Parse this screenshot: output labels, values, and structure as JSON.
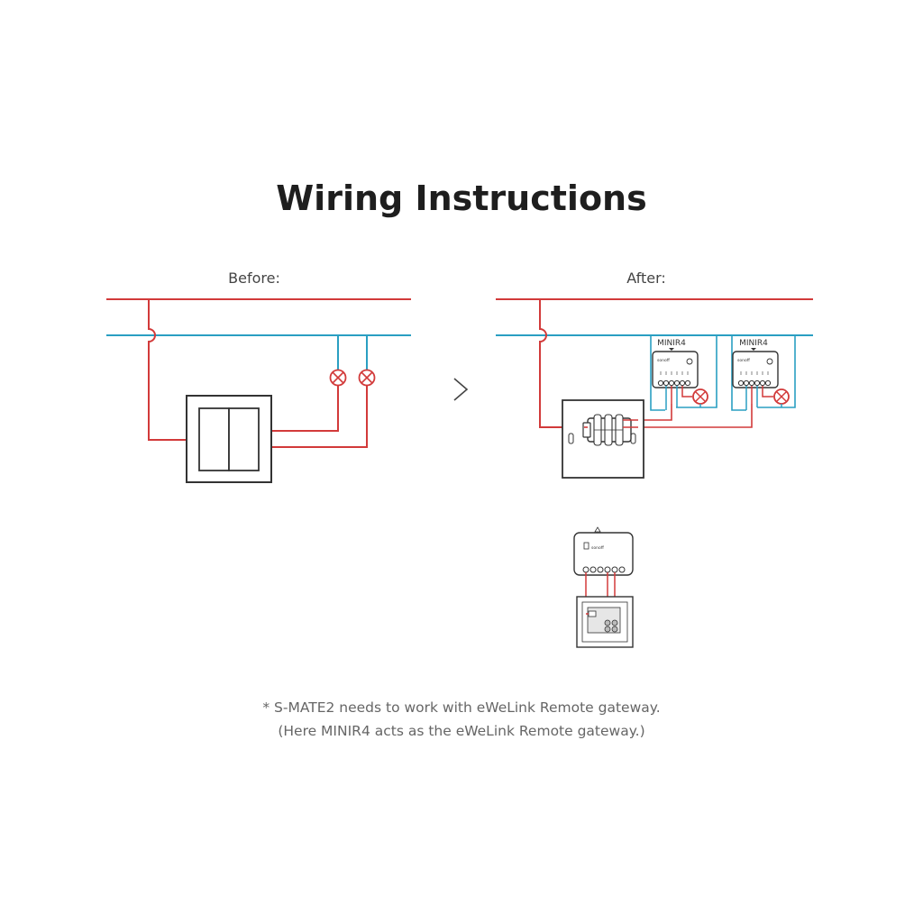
{
  "title": "Wiring Instructions",
  "before_label": "Before:",
  "after_label": "After:",
  "module_label": "MINIR4",
  "brand": "sonoff",
  "note_line1": "* S-MATE2 needs to work with eWeLink Remote gateway.",
  "note_line2": "(Here MINIR4 acts as the eWeLink Remote gateway.)",
  "colors": {
    "live": "#d23a3a",
    "neutral": "#2a9fc2",
    "outline": "#333333"
  },
  "icons": [
    "chevron-right-icon",
    "lamp-icon"
  ]
}
